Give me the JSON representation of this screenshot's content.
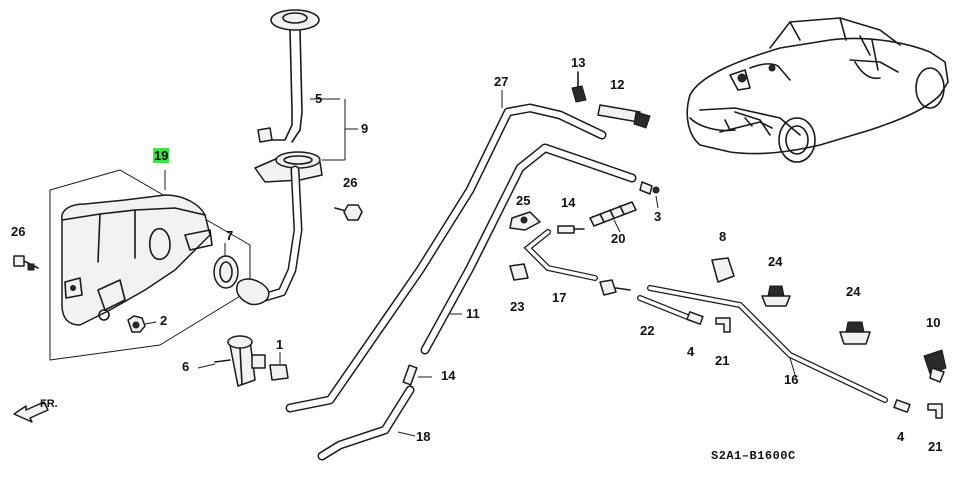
{
  "callouts": {
    "c1": "1",
    "c2": "2",
    "c3": "3",
    "c4a": "4",
    "c4b": "4",
    "c5": "5",
    "c6": "6",
    "c7": "7",
    "c8": "8",
    "c9": "9",
    "c10": "10",
    "c11": "11",
    "c12": "12",
    "c13": "13",
    "c14a": "14",
    "c14b": "14",
    "c16": "16",
    "c17": "17",
    "c18": "18",
    "c19": "19",
    "c20": "20",
    "c21a": "21",
    "c21b": "21",
    "c22": "22",
    "c23": "23",
    "c24a": "24",
    "c24b": "24",
    "c25": "25",
    "c26a": "26",
    "c26b": "26",
    "c27": "27"
  },
  "highlight_color": "#3fe04a",
  "front_marker": "FR.",
  "diagram_code": "S2A1–B1600C"
}
